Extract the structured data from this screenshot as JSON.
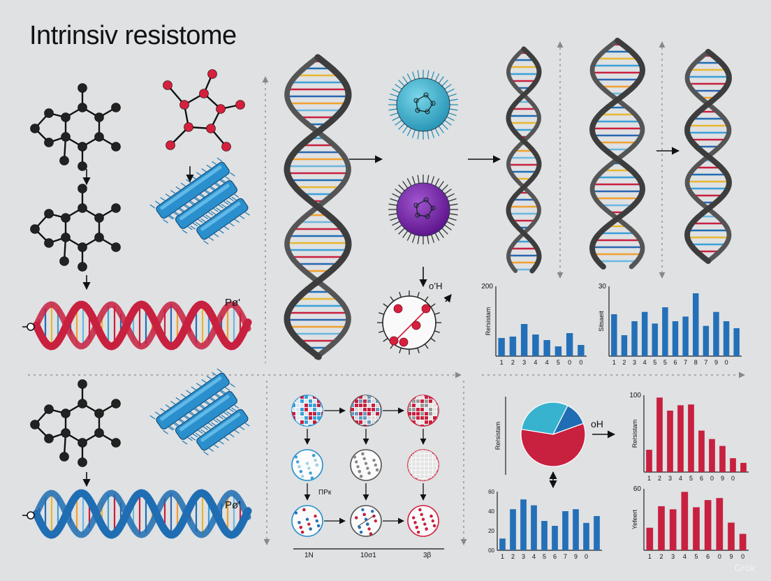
{
  "title": "Intrinsiv resistome",
  "watermark": "Grok",
  "labels": {
    "po_top": "Pø'",
    "po_bottom": "Pø'",
    "oh_top": "o’H",
    "oh_pie": "oH",
    "cell_mid": "ΠPк",
    "cell_bottom": [
      "1N",
      "10σ1",
      "3β"
    ]
  },
  "colors": {
    "dna_red": "#c8203f",
    "dna_blue": "#1f6db3",
    "helix_dark": "#3d3d3d",
    "bar_blue": "#2470b8",
    "bar_red": "#c8203f",
    "cell_cyan": "#38b3cf",
    "cell_purple": "#7a24a8",
    "atom_red": "#d5203e",
    "atom_dark": "#222222",
    "ribbon_blue": "#2a8fcc"
  },
  "chart_data": [
    {
      "type": "bar",
      "ylabel": "Reṙsistam",
      "ytick_top": "200",
      "categories": [
        "1",
        "2",
        "3",
        "4",
        "4",
        "5",
        "0",
        "0"
      ],
      "values": [
        52,
        56,
        92,
        62,
        46,
        28,
        66,
        32
      ],
      "ylim": [
        0,
        200
      ],
      "color": "#2470b8"
    },
    {
      "type": "bar",
      "ylabel": "Sitsaeit",
      "ytick_top": "30",
      "categories": [
        "1",
        "2",
        "3",
        "4",
        "5",
        "5",
        "6",
        "7",
        "8",
        "7",
        "9",
        "0"
      ],
      "values": [
        18,
        9,
        15,
        19,
        14,
        21,
        15,
        17,
        27,
        13,
        19,
        15,
        12
      ],
      "ylim": [
        0,
        30
      ],
      "color": "#2470b8"
    },
    {
      "type": "bar",
      "ylabel": "Reṙsistam",
      "ytick_top": "100",
      "categories": [
        "1",
        "2",
        "3",
        "4",
        "5",
        "6",
        "0",
        "9",
        "0"
      ],
      "values": [
        29,
        97,
        80,
        87,
        88,
        54,
        43,
        34,
        18,
        12
      ],
      "ylim": [
        0,
        100
      ],
      "color": "#c8203f"
    },
    {
      "type": "bar",
      "ytick_labels": [
        "60",
        "40",
        "20",
        "00"
      ],
      "categories": [
        "1",
        "2",
        "3",
        "4",
        "5",
        "6",
        "7",
        "9",
        "0"
      ],
      "values": [
        12,
        42,
        52,
        46,
        30,
        25,
        40,
        42,
        28,
        35
      ],
      "ylim": [
        0,
        60
      ],
      "color": "#2470b8"
    },
    {
      "type": "bar",
      "ylabel": "Yefeert",
      "ytick_top": "60",
      "categories": [
        "1",
        "2",
        "3",
        "4",
        "5",
        "6",
        "0",
        "9",
        "0"
      ],
      "values": [
        22,
        43,
        40,
        57,
        42,
        49,
        51,
        27,
        16
      ],
      "ylim": [
        0,
        60
      ],
      "color": "#c8203f"
    },
    {
      "type": "pie",
      "ylabel": "Reṙsistam",
      "slices": [
        {
          "value": 30,
          "color": "#38b3cf"
        },
        {
          "value": 12,
          "color": "#1f6db3"
        },
        {
          "value": 58,
          "color": "#c8203f"
        }
      ]
    }
  ]
}
